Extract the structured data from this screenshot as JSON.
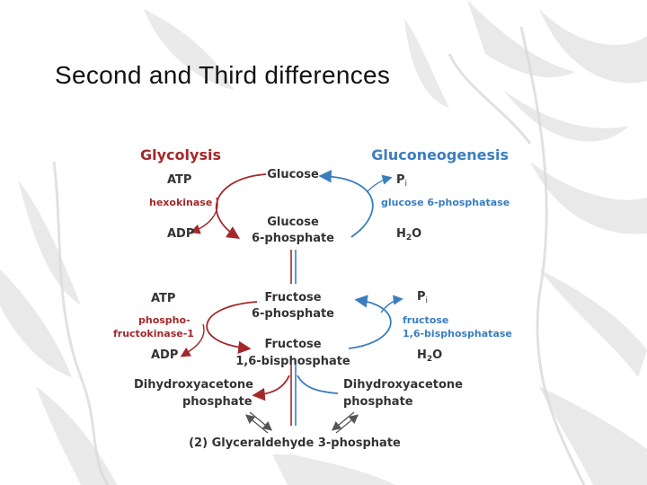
{
  "slide": {
    "title": "Second and Third differences"
  },
  "diagram": {
    "headings": {
      "left": "Glycolysis",
      "right": "Gluconeogenesis"
    },
    "metabolites": {
      "glucose": "Glucose",
      "g6p_line1": "Glucose",
      "g6p_line2": "6-phosphate",
      "f6p_line1": "Fructose",
      "f6p_line2": "6-phosphate",
      "f16bp_line1": "Fructose",
      "f16bp_line2": "1,6-bisphosphate",
      "dhap_left_line1": "Dihydroxyacetone",
      "dhap_left_line2": "phosphate",
      "dhap_right_line1": "Dihydroxyacetone",
      "dhap_right_line2": "phosphate",
      "gap": "(2) Glyceraldehyde 3-phosphate"
    },
    "glycolysis_side": {
      "atp_1": "ATP",
      "adp_1": "ADP",
      "enzyme_1": "hexokinase",
      "atp_2": "ATP",
      "adp_2": "ADP",
      "enzyme_2_line1": "phospho-",
      "enzyme_2_line2": "fructokinase-1"
    },
    "gluconeogenesis_side": {
      "pi_1": "P",
      "pi_1_sub": "i",
      "h2o_1": "H",
      "h2o_1_sub": "2",
      "h2o_1_tail": "O",
      "enzyme_1": "glucose 6-phosphatase",
      "pi_2": "P",
      "pi_2_sub": "i",
      "h2o_2": "H",
      "h2o_2_sub": "2",
      "h2o_2_tail": "O",
      "enzyme_2_line1": "fructose",
      "enzyme_2_line2": "1,6-bisphosphatase"
    },
    "colors": {
      "glycolysis": "#a3282b",
      "gluconeogenesis": "#3a7ebf",
      "metabolite_text": "#333333"
    }
  }
}
